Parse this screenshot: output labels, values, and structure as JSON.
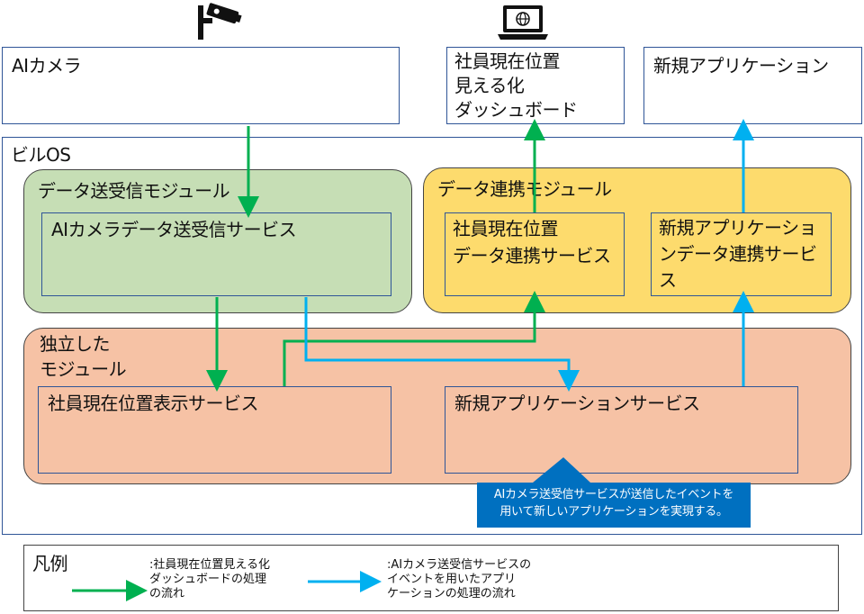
{
  "top": {
    "ai_camera": "AIカメラ",
    "dashboard_lines": [
      "社員現在位置",
      "見える化",
      "ダッシュボード"
    ],
    "new_app": "新規アプリケーション"
  },
  "building_os": {
    "label": "ビルOS",
    "data_module": {
      "label": "データ送受信モジュール",
      "service": "AIカメラデータ送受信サービス"
    },
    "link_module": {
      "label": "データ連携モジュール",
      "position_service_lines": [
        "社員現在位置",
        "データ連携サービス"
      ],
      "new_app_service_lines": [
        "新規アプリケーショ",
        "ンデータ連携サービ",
        "ス"
      ]
    },
    "independent_module": {
      "label_lines": [
        "独立した",
        "モジュール"
      ],
      "display_service": "社員現在位置表示サービス",
      "new_app_service": "新規アプリケーションサービス"
    }
  },
  "callout": {
    "lines": [
      "AIカメラ送受信サービスが送信したイベントを",
      "用いて新しいアプリケーションを実現する。"
    ]
  },
  "legend": {
    "title": "凡例",
    "green_lines": [
      ":社員現在位置見える化",
      "ダッシュボードの処理",
      "の流れ"
    ],
    "blue_lines": [
      ":AIカメラ送受信サービスの",
      "イベントを用いたアプリ",
      "ケーションの処理の流れ"
    ]
  },
  "colors": {
    "green_flow": "#00b050",
    "blue_flow": "#00b0f0",
    "box_border": "#2f5597",
    "callout": "#0070c0"
  },
  "icons": [
    "security-camera-icon",
    "laptop-globe-icon"
  ]
}
